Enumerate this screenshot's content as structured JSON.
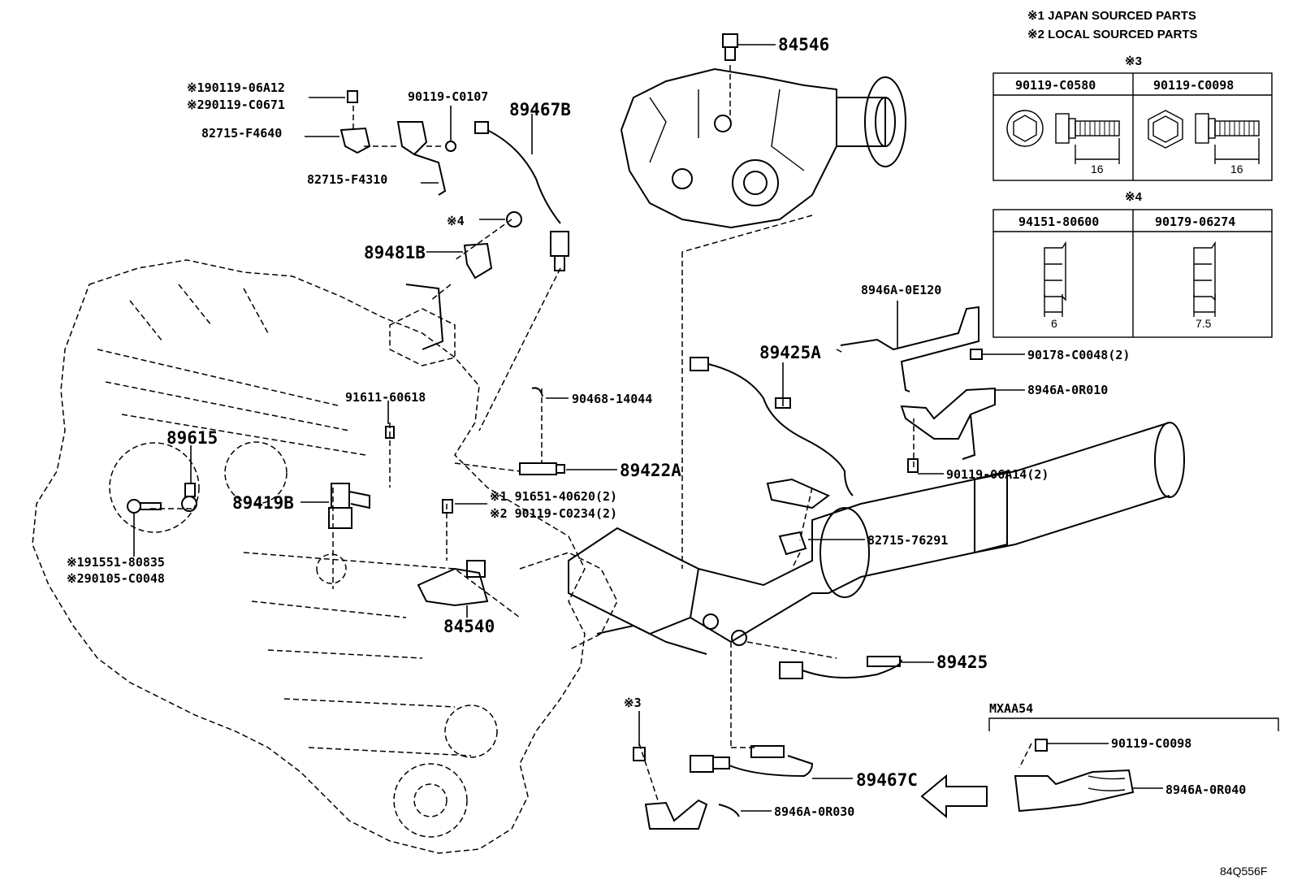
{
  "legend": {
    "japan": "※1 JAPAN SOURCED PARTS",
    "local": "※2 LOCAL SOURCED PARTS"
  },
  "table3": {
    "marker": "※3",
    "col1": {
      "part": "90119-C0580",
      "dim": "16"
    },
    "col2": {
      "part": "90119-C0098",
      "dim": "16"
    }
  },
  "table4": {
    "marker": "※4",
    "col1": {
      "part": "94151-80600",
      "dim": "6"
    },
    "col2": {
      "part": "90179-06274",
      "dim": "7.5"
    }
  },
  "labels": {
    "p84546": "84546",
    "p90119_06a12": "※190119-06A12",
    "p90119_c0671": "※290119-C0671",
    "p90119_c0107": "90119-C0107",
    "p89467b": "89467B",
    "p82715_f4640": "82715-F4640",
    "p82715_f4310": "82715-F4310",
    "p_star4": "※4",
    "p89481b": "89481B",
    "p8946a_0e120": "8946A-0E120",
    "p89425a": "89425A",
    "p90178_c0048": "90178-C0048(2)",
    "p8946a_0r010": "8946A-0R010",
    "p91611_60618": "91611-60618",
    "p90468_14044": "90468-14044",
    "p89615": "89615",
    "p89422a": "89422A",
    "p90119_06a14": "90119-06A14(2)",
    "p89419b": "89419B",
    "p91651_40620": "※1 91651-40620(2)",
    "p90119_c0234": "※2 90119-C0234(2)",
    "p82715_76291": "82715-76291",
    "p91551_80835": "※191551-80835",
    "p90105_c0048": "※290105-C0048",
    "p84540": "84540",
    "p89425": "89425",
    "p_star3": "※3",
    "p_mxaa54": "MXAA54",
    "p90119_c0098": "90119-C0098",
    "p89467c": "89467C",
    "p8946a_0r040": "8946A-0R040",
    "p8946a_0r030": "8946A-0R030"
  },
  "illustration_code": "84Q556F"
}
